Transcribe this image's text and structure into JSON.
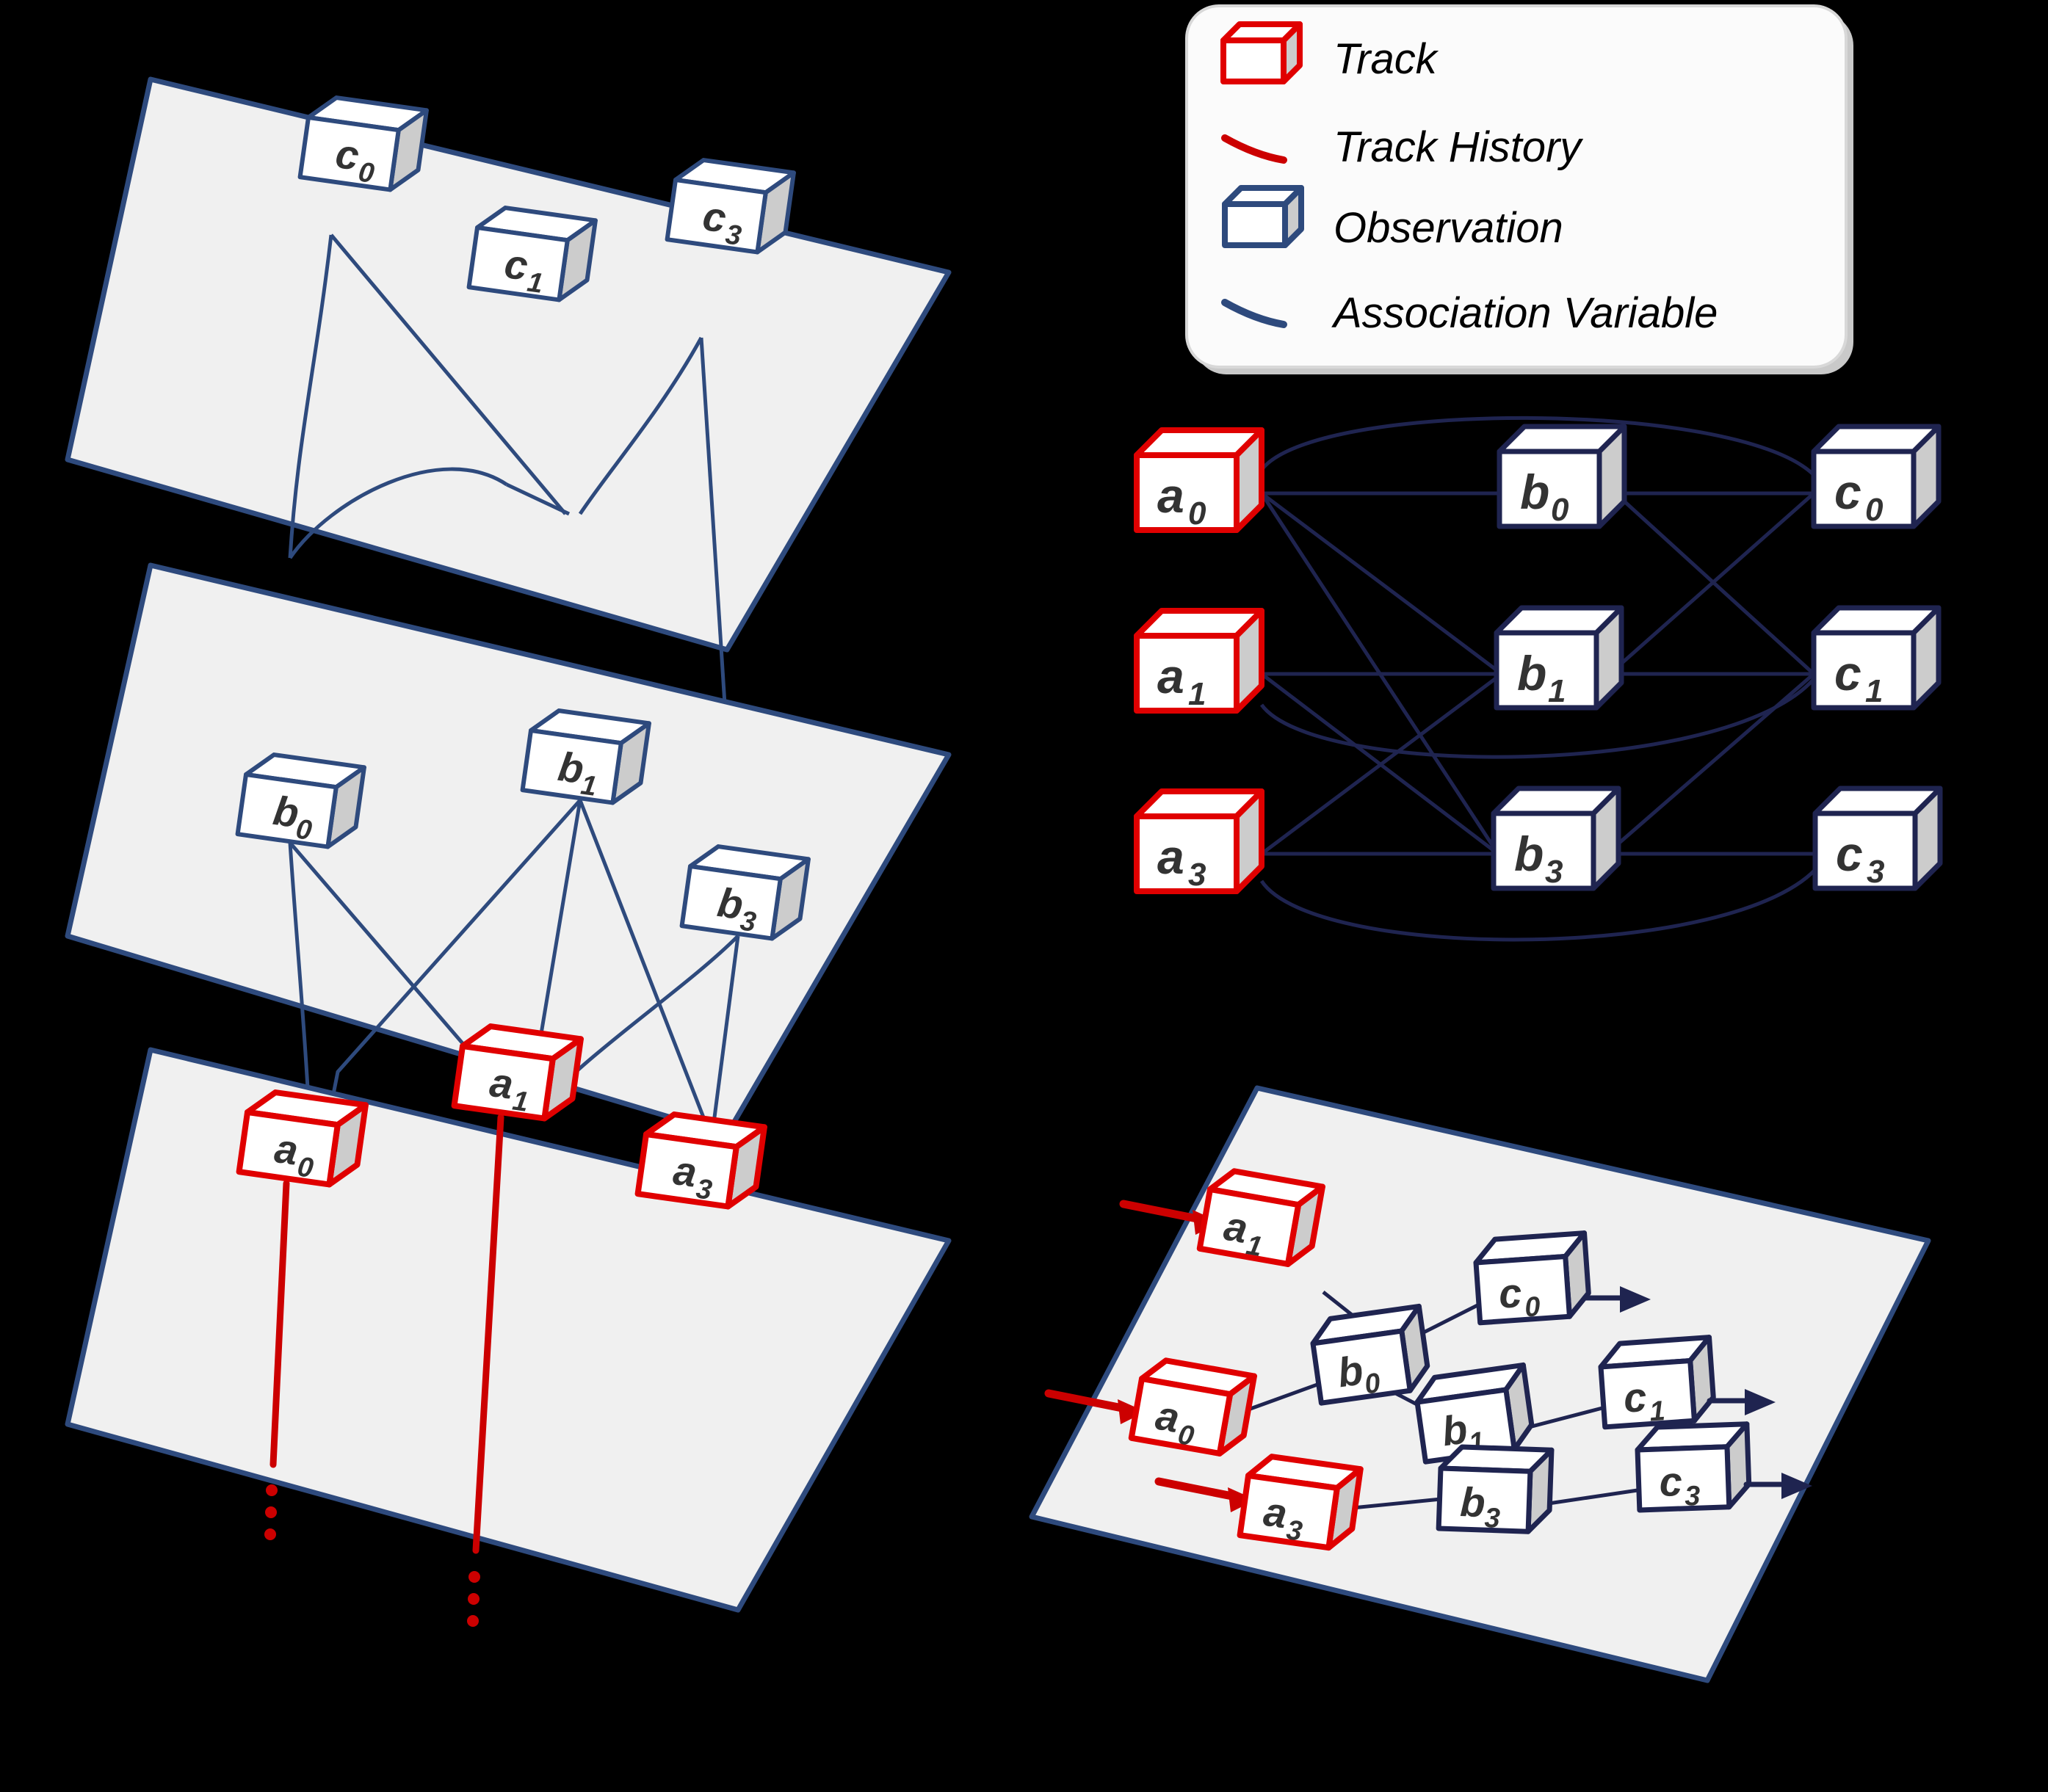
{
  "legend": {
    "items": [
      {
        "id": "track",
        "label": "Track",
        "glyph": "cube-outline-red",
        "color": "#e00000"
      },
      {
        "id": "track-history",
        "label": "Track History",
        "glyph": "line-red",
        "color": "#cc0000"
      },
      {
        "id": "observation",
        "label": "Observation",
        "glyph": "cube-outline-blue",
        "color": "#2e4a7d"
      },
      {
        "id": "association-variable",
        "label": "Association Variable",
        "glyph": "line-blue",
        "color": "#2e4a7d"
      }
    ]
  },
  "panels": {
    "layered_scans": {
      "planes": [
        {
          "id": "scan-c",
          "nodes": [
            "c_0",
            "c_1",
            "c_3"
          ]
        },
        {
          "id": "scan-b",
          "nodes": [
            "b_0",
            "b_1",
            "b_3"
          ]
        },
        {
          "id": "scan-a",
          "nodes": [
            "a_0",
            "a_1",
            "a_3"
          ]
        }
      ],
      "nodes": [
        {
          "id": "c0",
          "base": "c",
          "sub": "0",
          "kind": "observation"
        },
        {
          "id": "c1",
          "base": "c",
          "sub": "1",
          "kind": "observation"
        },
        {
          "id": "c3",
          "base": "c",
          "sub": "3",
          "kind": "observation"
        },
        {
          "id": "b0",
          "base": "b",
          "sub": "0",
          "kind": "observation"
        },
        {
          "id": "b1",
          "base": "b",
          "sub": "1",
          "kind": "observation"
        },
        {
          "id": "b3",
          "base": "b",
          "sub": "3",
          "kind": "observation"
        },
        {
          "id": "a0",
          "base": "a",
          "sub": "0",
          "kind": "track"
        },
        {
          "id": "a1",
          "base": "a",
          "sub": "1",
          "kind": "track"
        },
        {
          "id": "a3",
          "base": "a",
          "sub": "3",
          "kind": "track"
        }
      ],
      "association_edges": [
        [
          "c0",
          "b0"
        ],
        [
          "c0",
          "b1"
        ],
        [
          "c1",
          "b0"
        ],
        [
          "c1",
          "b1"
        ],
        [
          "c3",
          "b1"
        ],
        [
          "c3",
          "b3"
        ],
        [
          "b0",
          "a0"
        ],
        [
          "b0",
          "a1"
        ],
        [
          "b1",
          "a0"
        ],
        [
          "b1",
          "a1"
        ],
        [
          "b1",
          "a3"
        ],
        [
          "b3",
          "a1"
        ],
        [
          "b3",
          "a3"
        ]
      ],
      "track_histories": [
        "a0",
        "a1"
      ]
    },
    "association_graph": {
      "columns": [
        {
          "id": "col-a",
          "nodes": [
            "a0",
            "a1",
            "a3"
          ],
          "kind": "track"
        },
        {
          "id": "col-b",
          "nodes": [
            "b0",
            "b1",
            "b3"
          ],
          "kind": "observation"
        },
        {
          "id": "col-c",
          "nodes": [
            "c0",
            "c1",
            "c3"
          ],
          "kind": "observation"
        }
      ],
      "nodes": [
        {
          "id": "a0",
          "base": "a",
          "sub": "0",
          "kind": "track"
        },
        {
          "id": "a1",
          "base": "a",
          "sub": "1",
          "kind": "track"
        },
        {
          "id": "a3",
          "base": "a",
          "sub": "3",
          "kind": "track"
        },
        {
          "id": "b0",
          "base": "b",
          "sub": "0",
          "kind": "observation"
        },
        {
          "id": "b1",
          "base": "b",
          "sub": "1",
          "kind": "observation"
        },
        {
          "id": "b3",
          "base": "b",
          "sub": "3",
          "kind": "observation"
        },
        {
          "id": "c0",
          "base": "c",
          "sub": "0",
          "kind": "observation"
        },
        {
          "id": "c1",
          "base": "c",
          "sub": "1",
          "kind": "observation"
        },
        {
          "id": "c3",
          "base": "c",
          "sub": "3",
          "kind": "observation"
        }
      ],
      "edges": [
        [
          "a0",
          "b0"
        ],
        [
          "a0",
          "b1"
        ],
        [
          "a0",
          "b3"
        ],
        [
          "a0",
          "c0"
        ],
        [
          "a1",
          "b1"
        ],
        [
          "a1",
          "b3"
        ],
        [
          "a1",
          "c1"
        ],
        [
          "a3",
          "b1"
        ],
        [
          "a3",
          "b3"
        ],
        [
          "a3",
          "c3"
        ],
        [
          "b0",
          "c0"
        ],
        [
          "b0",
          "c1"
        ],
        [
          "b1",
          "c0"
        ],
        [
          "b1",
          "c1"
        ],
        [
          "b3",
          "c1"
        ],
        [
          "b3",
          "c3"
        ]
      ]
    },
    "resolved_tracks": {
      "nodes": [
        {
          "id": "a1",
          "base": "a",
          "sub": "1",
          "kind": "track"
        },
        {
          "id": "a0",
          "base": "a",
          "sub": "0",
          "kind": "track"
        },
        {
          "id": "a3",
          "base": "a",
          "sub": "3",
          "kind": "track"
        },
        {
          "id": "b0",
          "base": "b",
          "sub": "0",
          "kind": "observation"
        },
        {
          "id": "b1",
          "base": "b",
          "sub": "1",
          "kind": "observation"
        },
        {
          "id": "b3",
          "base": "b",
          "sub": "3",
          "kind": "observation"
        },
        {
          "id": "c0",
          "base": "c",
          "sub": "0",
          "kind": "observation"
        },
        {
          "id": "c1",
          "base": "c",
          "sub": "1",
          "kind": "observation"
        },
        {
          "id": "c3",
          "base": "c",
          "sub": "3",
          "kind": "observation"
        }
      ],
      "chains": [
        [
          "a1",
          "b0",
          "c0"
        ],
        [
          "a0",
          "b0",
          "b1",
          "c1"
        ],
        [
          "a3",
          "b3",
          "c3"
        ]
      ],
      "inbound_arrows": [
        "a1",
        "a0",
        "a3"
      ],
      "outbound_arrows": [
        "c0",
        "c1",
        "c3"
      ]
    }
  },
  "colors": {
    "plane_fill": "#f0f0f0",
    "plane_stroke": "#2e4a7d",
    "track": "#e00000",
    "track_history": "#cc0000",
    "observation": "#2e4a7d",
    "association": "#2e4a7d",
    "box_side": "#cccccc",
    "background": "#000000"
  }
}
